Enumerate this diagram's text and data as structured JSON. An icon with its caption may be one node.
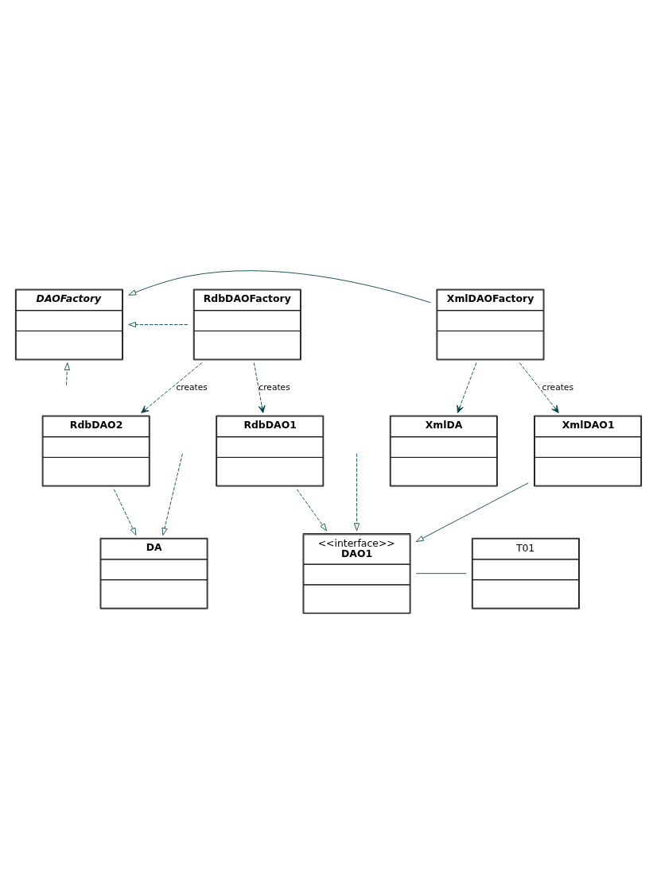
{
  "diagram": {
    "nodes": [
      {
        "text": [
          "DAOFactory"
        ]
      },
      {
        "text": [
          "RdbDAOFactory"
        ]
      },
      {
        "text": [
          "XmlDAOFactory"
        ]
      },
      {
        "text": [
          "RdbDAO1"
        ]
      },
      {
        "text": [
          "RdbDAO2"
        ]
      },
      {
        "text": [
          "XmlDAO1"
        ]
      },
      {
        "text": [
          "XmlDA"
        ]
      },
      {
        "text": [
          "T01"
        ]
      },
      {
        "text": [
          "<<interface>>",
          "DAO1"
        ]
      },
      {
        "text": [
          "DA"
        ]
      }
    ],
    "edges": [
      {
        "from": 1,
        "to": 0,
        "arrow": "to",
        "style": "dashed"
      },
      {
        "from": 2,
        "to": 0,
        "arrow": "to"
      },
      {
        "from": null,
        "to": 0,
        "arrow": "to",
        "style": "dashed"
      },
      {
        "from": 1,
        "to": 3,
        "arrow": "to",
        "style": "dashed",
        "label": "creates"
      },
      {
        "from": 1,
        "to": 4,
        "arrow": "to",
        "style": "dashed",
        "label": "creates"
      },
      {
        "from": 2,
        "to": 5,
        "arrow": "to",
        "style": "dashed",
        "label": "creates"
      },
      {
        "from": 2,
        "to": 6,
        "arrow": "to",
        "style": "dashed"
      },
      {
        "from": 3,
        "to": 8,
        "arrow": "to",
        "style": "dashed"
      },
      {
        "from": 4,
        "to": 9,
        "arrow": "to",
        "style": "dashed"
      },
      {
        "from": 5,
        "to": 8,
        "arrow": "to"
      },
      {
        "from": null,
        "to": 8,
        "arrow": "to",
        "style": "dashed"
      },
      {
        "from": null,
        "to": 9,
        "arrow": "to",
        "style": "dashed"
      },
      {
        "from": 7,
        "to": 8,
        "arrow": "none"
      }
    ]
  }
}
